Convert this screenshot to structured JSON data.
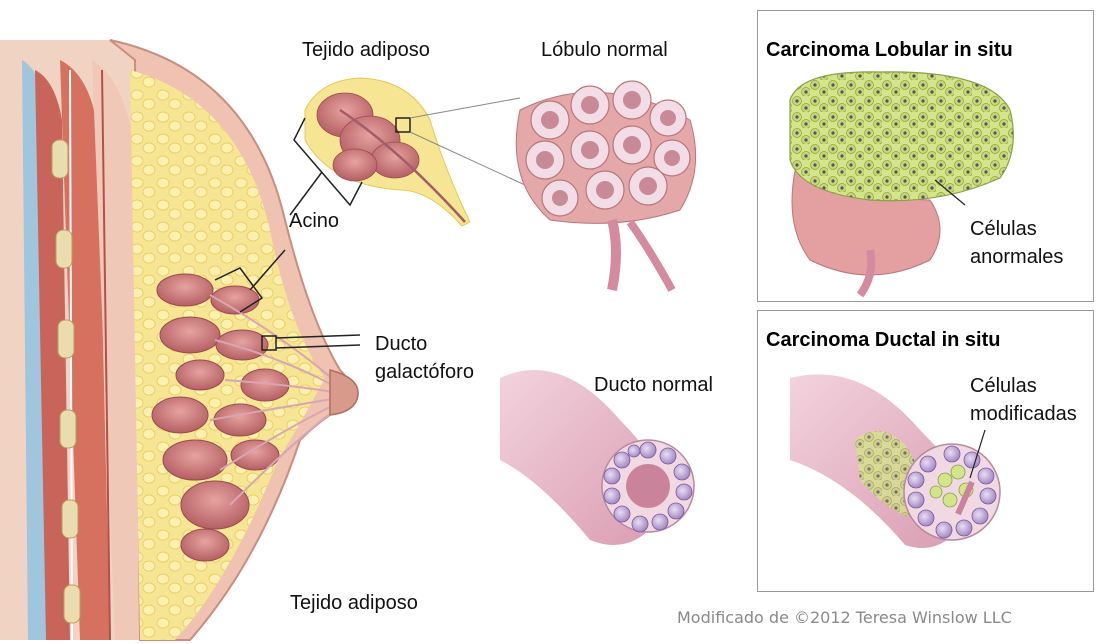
{
  "labels": {
    "tejido_adiposo_top": "Tejido adiposo",
    "lobulo_normal": "Lóbulo normal",
    "acino": "Acino",
    "ducto": "Ducto",
    "galactoforo": "galactóforo",
    "ducto_normal": "Ducto normal",
    "tejido_adiposo_bottom": "Tejido adiposo",
    "celulas": "Células",
    "anormales": "anormales",
    "celulas2": "Células",
    "modificadas": "modificadas"
  },
  "headers": {
    "lobular": "Carcinoma Lobular in situ",
    "ductal": "Carcinoma Ductal in situ"
  },
  "credit": "Modificado de ©2012 Teresa Winslow LLC",
  "colors": {
    "skin": "#efc6b8",
    "fat": "#f4e28a",
    "lobule": "#c9787a",
    "muscle": "#c8645a",
    "duct_pink": "#e8b4c4",
    "cell_purple": "#a98cc8",
    "abnormal_cell": "#d8e68c"
  }
}
